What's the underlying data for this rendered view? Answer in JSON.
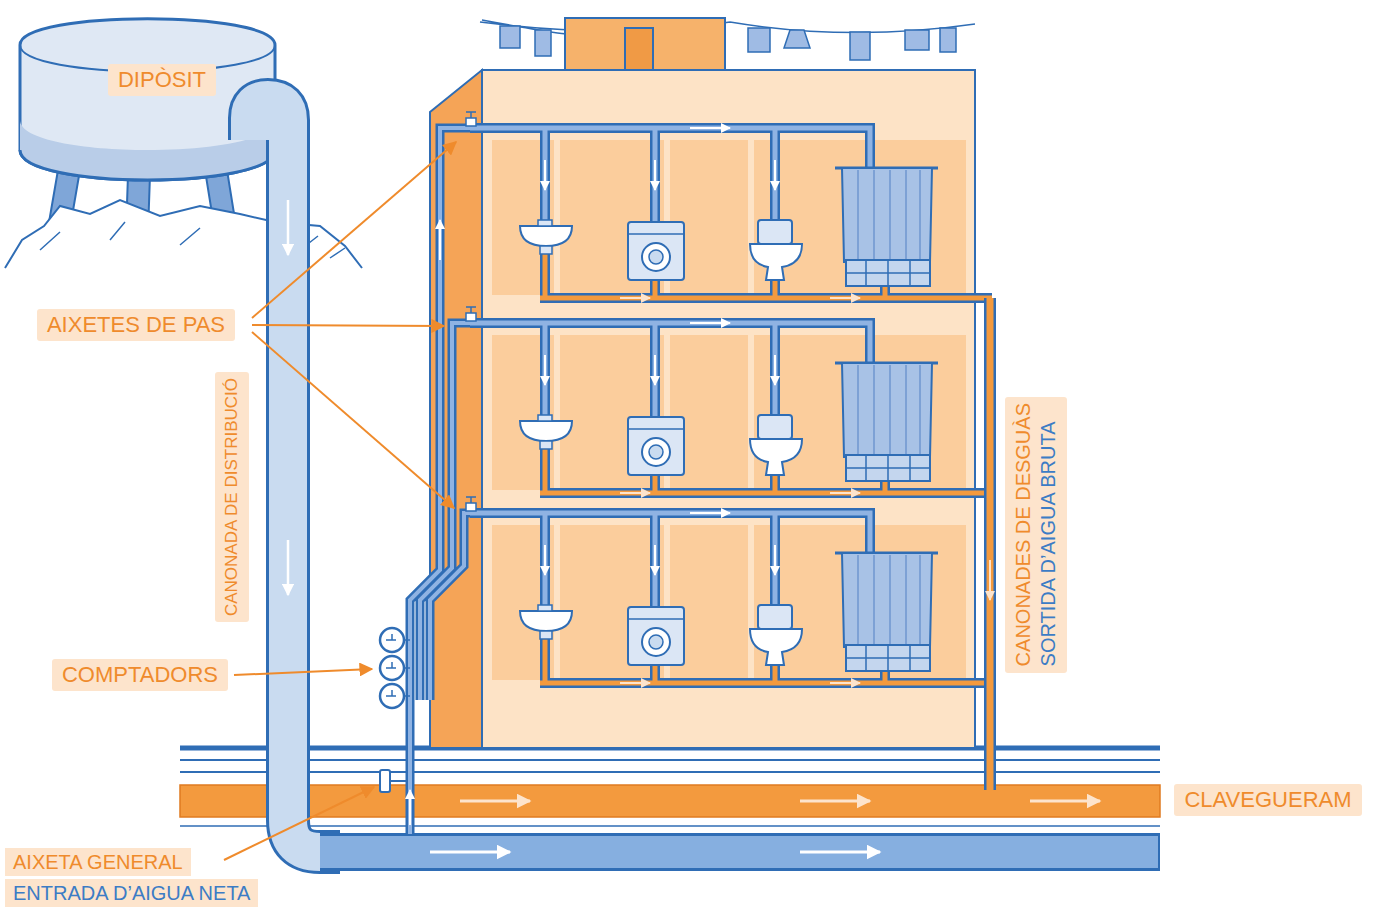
{
  "diagram": {
    "nodes": [
      {
        "text": [
          "DIPÒSIT"
        ]
      },
      {
        "text": [
          "AIXETES DE PAS"
        ]
      },
      {
        "text": [
          "CANONADA DE DISTRIBUCIÓ"
        ]
      },
      {
        "text": [
          "COMPTADORS"
        ]
      },
      {
        "text": [
          "AIXETA GENERAL",
          "ENTRADA D’AIGUA NETA"
        ]
      },
      {
        "text": [
          "CANONADES DE DESGUÀS",
          "SORTIDA D’AIGUA BRUTA"
        ]
      },
      {
        "text": [
          "CLAVEGUERAM"
        ]
      }
    ]
  }
}
